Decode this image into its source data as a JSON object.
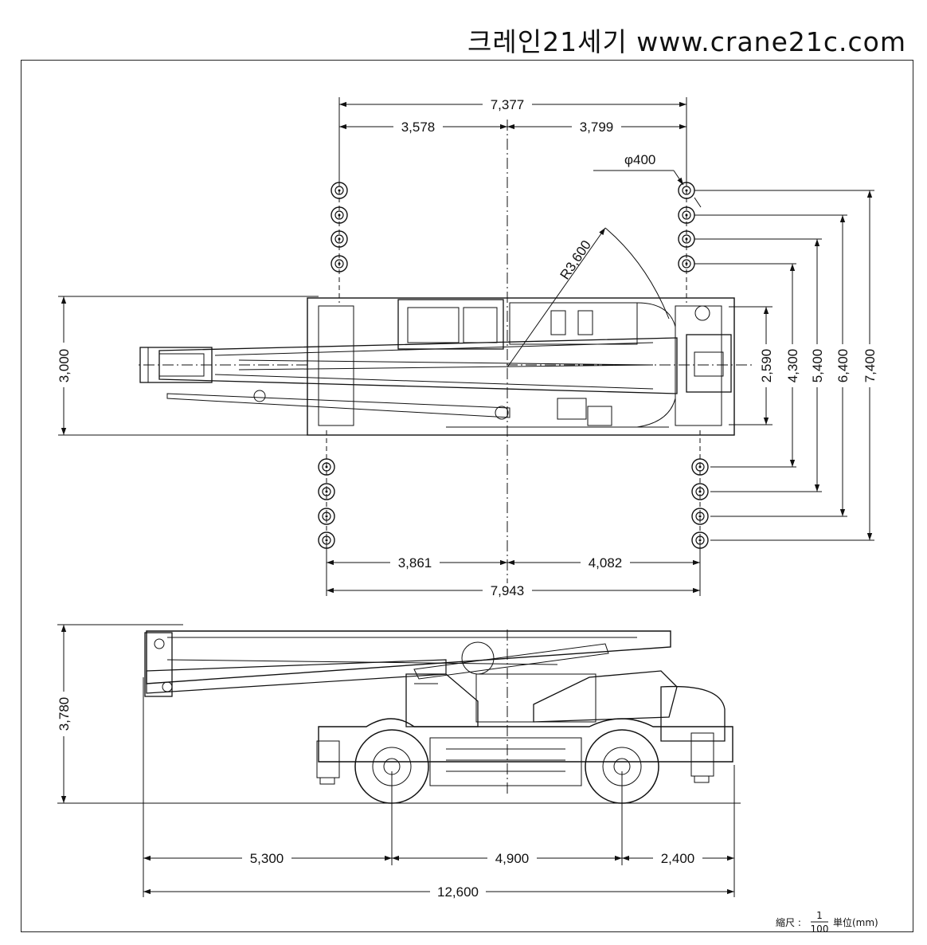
{
  "header": {
    "text": "크레인21세기 www.crane21c.com"
  },
  "plan_view": {
    "top_dims": [
      "7,377",
      "3,578",
      "3,799"
    ],
    "pad_diameter": "φ400",
    "radius": "R3,600",
    "bottom_dims": [
      "3,861",
      "4,082",
      "7,943"
    ],
    "left_width": "3,000",
    "right_dims": [
      "2,590",
      "4,300",
      "5,400",
      "6,400",
      "7,400"
    ]
  },
  "side_view": {
    "height": "3,780",
    "bottom_dims": [
      "5,300",
      "4,900",
      "2,400",
      "12,600"
    ]
  },
  "scale_note": {
    "prefix": "縮尺 :",
    "numerator": "1",
    "denominator": "100",
    "suffix": "単位(mm)"
  }
}
